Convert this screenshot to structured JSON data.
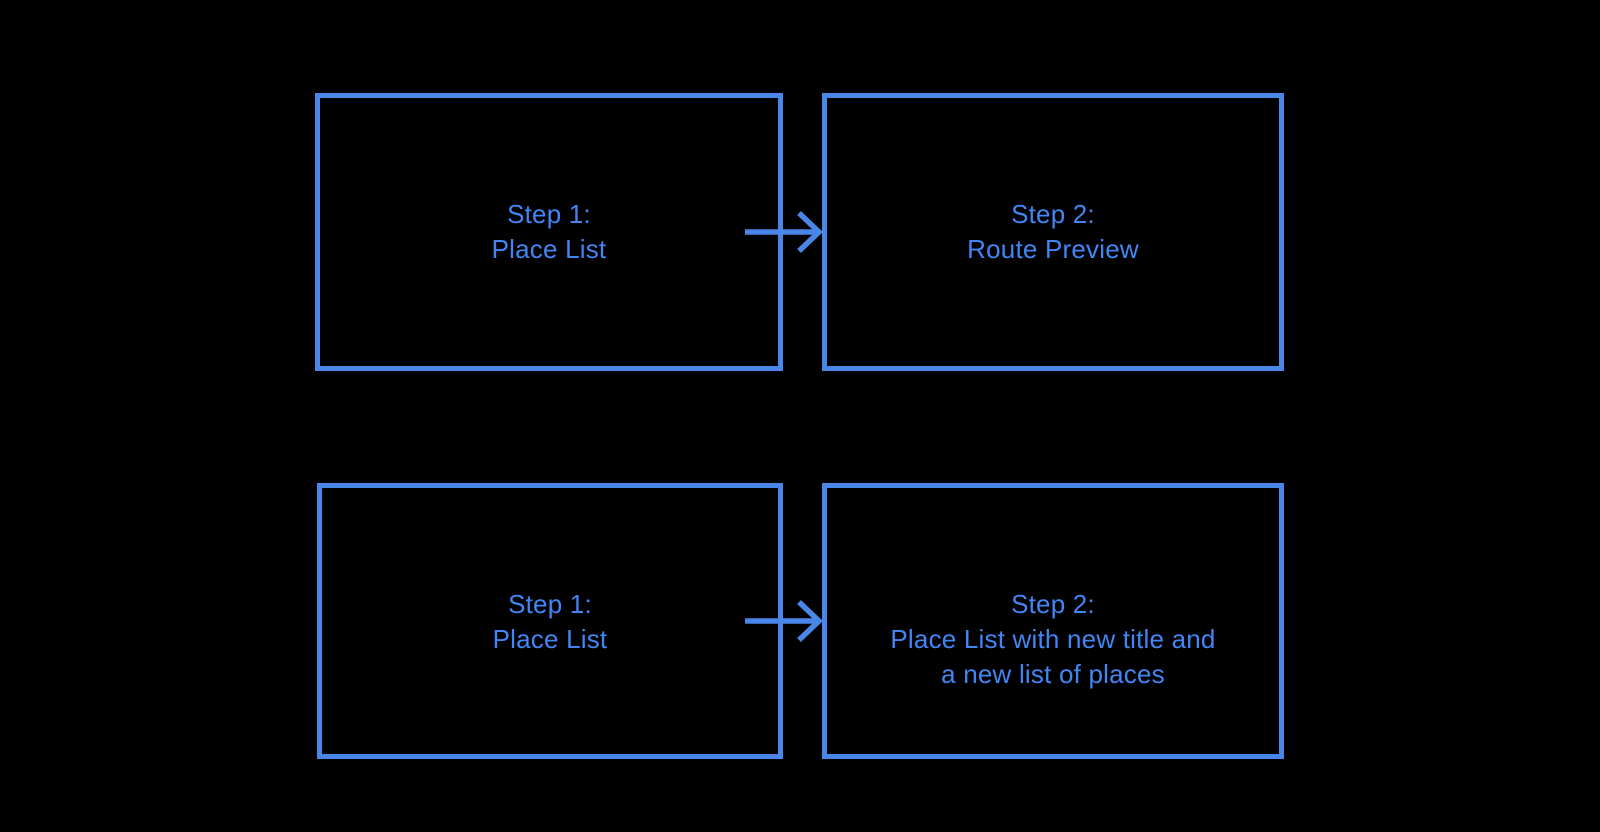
{
  "palette": {
    "background": "#000000",
    "stroke_blue": "#4a86e8",
    "text_blue": "#4285f4"
  },
  "diagram": {
    "type": "flowchart",
    "flows": [
      {
        "from": {
          "lines": [
            "Step 1:",
            "Place List"
          ]
        },
        "connector": "arrow-right",
        "to": {
          "lines": [
            "Step 2:",
            "Route Preview"
          ]
        }
      },
      {
        "from": {
          "lines": [
            "Step 1:",
            "Place List"
          ]
        },
        "connector": "arrow-right",
        "to": {
          "lines": [
            "Step 2:",
            "Place List with new title and",
            "a new list of places"
          ]
        }
      }
    ]
  }
}
